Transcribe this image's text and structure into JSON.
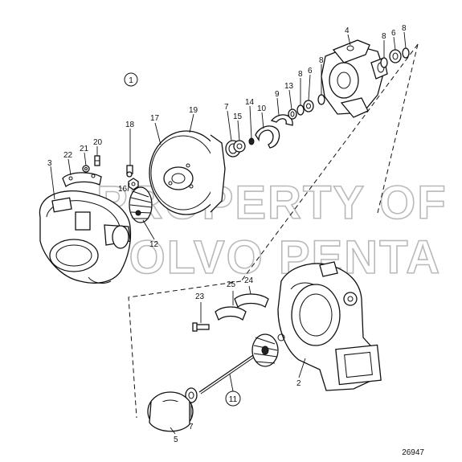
{
  "diagram": {
    "reference_number": "26947",
    "group_marker": "1",
    "watermark": {
      "line1": "PROPERTY OF",
      "line2": "VOLVO PENTA"
    },
    "callouts": [
      {
        "id": "c2",
        "text": "2"
      },
      {
        "id": "c3",
        "text": "3"
      },
      {
        "id": "c4",
        "text": "4"
      },
      {
        "id": "c5",
        "text": "5"
      },
      {
        "id": "c6a",
        "text": "6"
      },
      {
        "id": "c6b",
        "text": "6"
      },
      {
        "id": "c7a",
        "text": "7"
      },
      {
        "id": "c7b",
        "text": "7"
      },
      {
        "id": "c8a",
        "text": "8"
      },
      {
        "id": "c8b",
        "text": "8"
      },
      {
        "id": "c8c",
        "text": "8"
      },
      {
        "id": "c8d",
        "text": "8"
      },
      {
        "id": "c9",
        "text": "9"
      },
      {
        "id": "c10",
        "text": "10"
      },
      {
        "id": "c11",
        "text": "11"
      },
      {
        "id": "c12",
        "text": "12"
      },
      {
        "id": "c13",
        "text": "13"
      },
      {
        "id": "c14",
        "text": "14"
      },
      {
        "id": "c15",
        "text": "15"
      },
      {
        "id": "c16",
        "text": "16"
      },
      {
        "id": "c17",
        "text": "17"
      },
      {
        "id": "c18",
        "text": "18"
      },
      {
        "id": "c19",
        "text": "19"
      },
      {
        "id": "c20",
        "text": "20"
      },
      {
        "id": "c21",
        "text": "21"
      },
      {
        "id": "c22",
        "text": "22"
      },
      {
        "id": "c23",
        "text": "23"
      },
      {
        "id": "c24",
        "text": "24"
      },
      {
        "id": "c25",
        "text": "25"
      }
    ]
  }
}
